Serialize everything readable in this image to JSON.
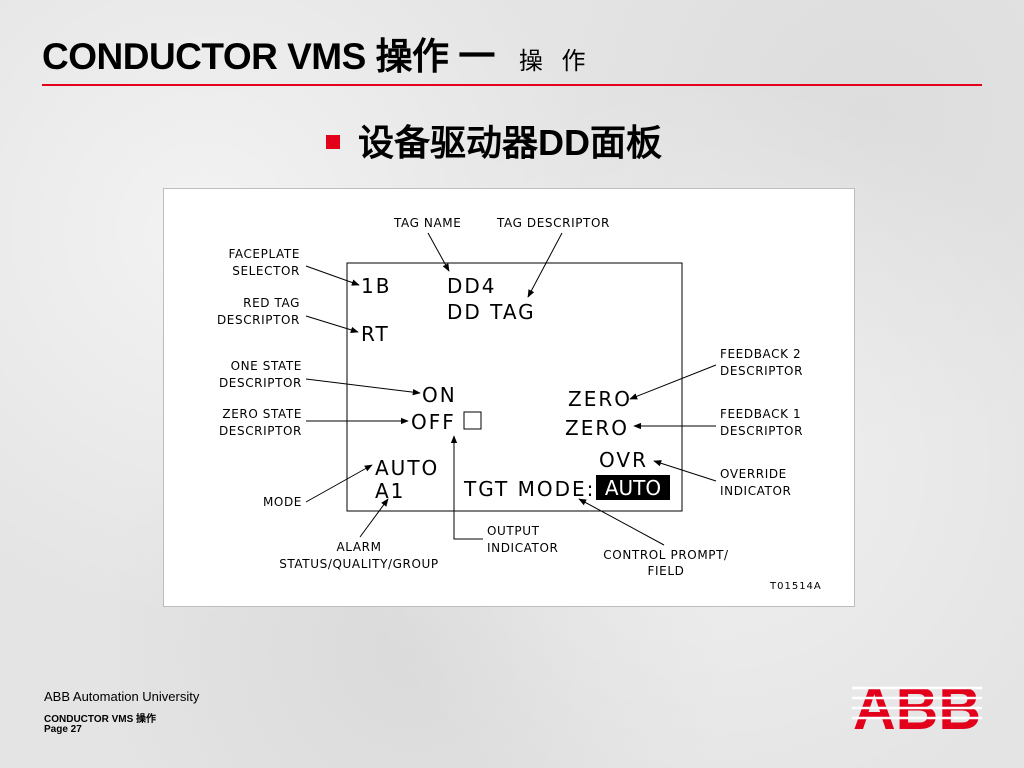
{
  "slide": {
    "title": "CONDUCTOR VMS 操作 一",
    "title_suffix": "操 作",
    "bullet": "设备驱动器DD面板",
    "accent_color": "#e2001a"
  },
  "diagram": {
    "callouts": {
      "tag_name": "TAG NAME",
      "tag_descriptor": "TAG DESCRIPTOR",
      "faceplate_selector_1": "FACEPLATE",
      "faceplate_selector_2": "SELECTOR",
      "red_tag_1": "RED TAG",
      "red_tag_2": "DESCRIPTOR",
      "one_state_1": "ONE STATE",
      "one_state_2": "DESCRIPTOR",
      "zero_state_1": "ZERO STATE",
      "zero_state_2": "DESCRIPTOR",
      "mode": "MODE",
      "alarm_1": "ALARM",
      "alarm_2": "STATUS/QUALITY/GROUP",
      "output_1": "OUTPUT",
      "output_2": "INDICATOR",
      "control_1": "CONTROL PROMPT/",
      "control_2": "FIELD",
      "fb2_1": "FEEDBACK 2",
      "fb2_2": "DESCRIPTOR",
      "fb1_1": "FEEDBACK 1",
      "fb1_2": "DESCRIPTOR",
      "override_1": "OVERRIDE",
      "override_2": "INDICATOR"
    },
    "display": {
      "faceplate": "1B",
      "tag_name": "DD4",
      "tag_descriptor": "DD TAG",
      "red_tag": "RT",
      "one_state": "ON",
      "zero_state": "OFF",
      "feedback_2": "ZERO",
      "feedback_1": "ZERO",
      "override": "OVR",
      "mode": "AUTO",
      "alarm": "A1",
      "control_prompt": "TGT MODE:",
      "control_field": "AUTO"
    },
    "figure_id": "T01514A"
  },
  "footer": {
    "org": "ABB Automation University",
    "subtitle": "CONDUCTOR VMS 操作",
    "page": "Page 27"
  },
  "logo": {
    "text": "ABB",
    "color": "#e2001a"
  }
}
